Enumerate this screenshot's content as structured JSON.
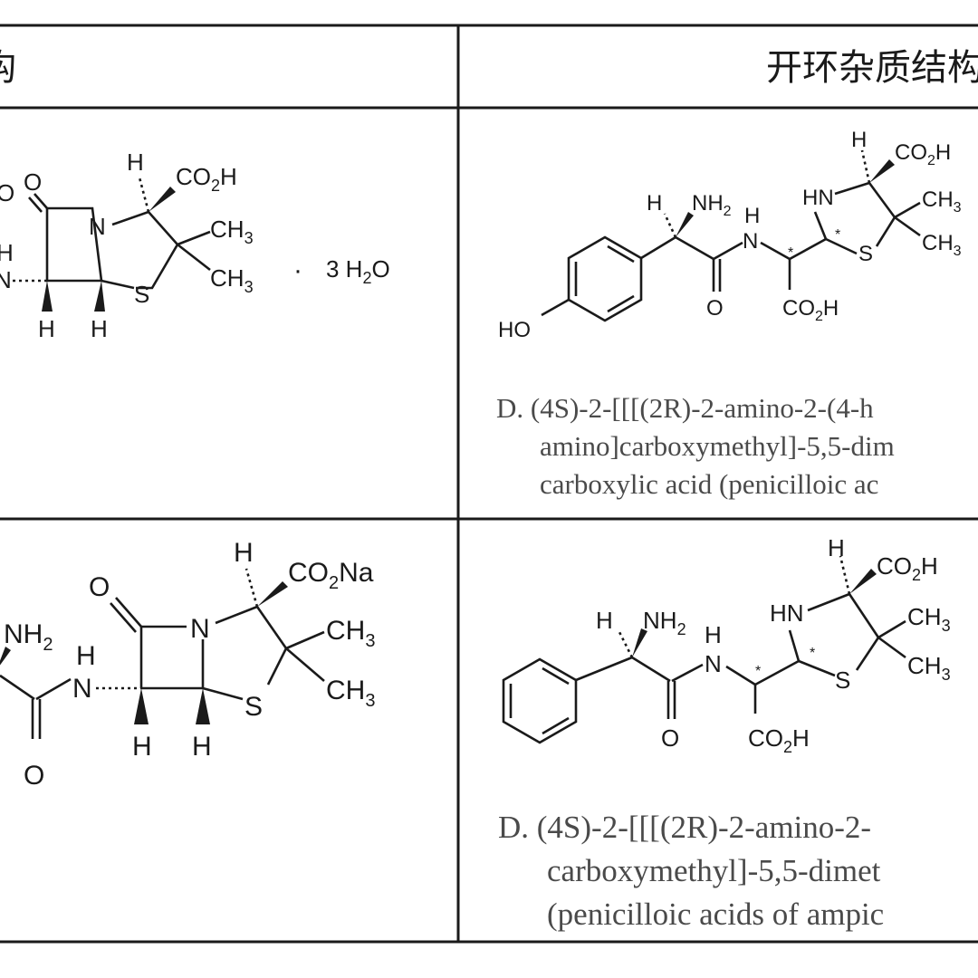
{
  "table": {
    "header_left": "构",
    "header_right": "开环杂质结构"
  },
  "rows": [
    {
      "left_molecule": {
        "atoms": {
          "o_left": "O",
          "o_carbonyl": "O",
          "n_ring": "N",
          "h_top": "H",
          "co2h": "CO",
          "co2h_sub": "2",
          "co2h_h": "H",
          "ch3_upper": "CH",
          "ch3_upper_sub": "3",
          "ch3_lower": "CH",
          "ch3_lower_sub": "3",
          "s": "S",
          "n_left": "N",
          "h_left": "H",
          "h_bottom_left": "H",
          "h_bottom_right": "H",
          "dot": "·",
          "hydrate": "3 H",
          "hydrate_sub": "2",
          "hydrate_o": "O"
        }
      },
      "right_molecule": {
        "atoms": {
          "h_top": "H",
          "co2h_top": "CO",
          "co2h_top_sub": "2",
          "co2h_top_h": "H",
          "hn": "HN",
          "ch3_upper": "CH",
          "ch3_upper_sub": "3",
          "ch3_lower": "CH",
          "ch3_lower_sub": "3",
          "s": "S",
          "star_a": "*",
          "star_b": "*",
          "h_alpha": "H",
          "nh2": "NH",
          "nh2_sub": "2",
          "h_amide": "H",
          "n_amide": "N",
          "o_amide": "O",
          "co2h_bottom": "CO",
          "co2h_bottom_sub": "2",
          "co2h_bottom_h": "H",
          "ho": "HO"
        }
      },
      "caption_lines": [
        "D. (4S)-2-[[[(2R)-2-amino-2-(4-h",
        "amino]carboxymethyl]-5,5-dim",
        "carboxylic acid (penicilloic ac"
      ]
    },
    {
      "left_molecule": {
        "atoms": {
          "nh2": "NH",
          "nh2_sub": "2",
          "h_amide": "H",
          "n_amide": "N",
          "o_amide": "O",
          "o_carbonyl": "O",
          "n_ring": "N",
          "h_top": "H",
          "co2na": "CO",
          "co2na_sub": "2",
          "co2na_na": "Na",
          "ch3_upper": "CH",
          "ch3_upper_sub": "3",
          "ch3_lower": "CH",
          "ch3_lower_sub": "3",
          "s": "S",
          "h_bottom_left": "H",
          "h_bottom_right": "H"
        }
      },
      "right_molecule": {
        "atoms": {
          "h_top": "H",
          "co2h_top": "CO",
          "co2h_top_sub": "2",
          "co2h_top_h": "H",
          "hn": "HN",
          "ch3_upper": "CH",
          "ch3_upper_sub": "3",
          "ch3_lower": "CH",
          "ch3_lower_sub": "3",
          "s": "S",
          "star_a": "*",
          "star_b": "*",
          "h_alpha": "H",
          "nh2": "NH",
          "nh2_sub": "2",
          "h_amide": "H",
          "n_amide": "N",
          "o_amide": "O",
          "co2h_bottom": "CO",
          "co2h_bottom_sub": "2",
          "co2h_bottom_h": "H"
        }
      },
      "caption_lines": [
        "D. (4S)-2-[[[(2R)-2-amino-2-",
        "carboxymethyl]-5,5-dimet",
        "(penicilloic acids of ampic"
      ]
    }
  ],
  "colors": {
    "line": "#1a1a1a",
    "caption": "#4a4a4a",
    "background": "#ffffff"
  }
}
